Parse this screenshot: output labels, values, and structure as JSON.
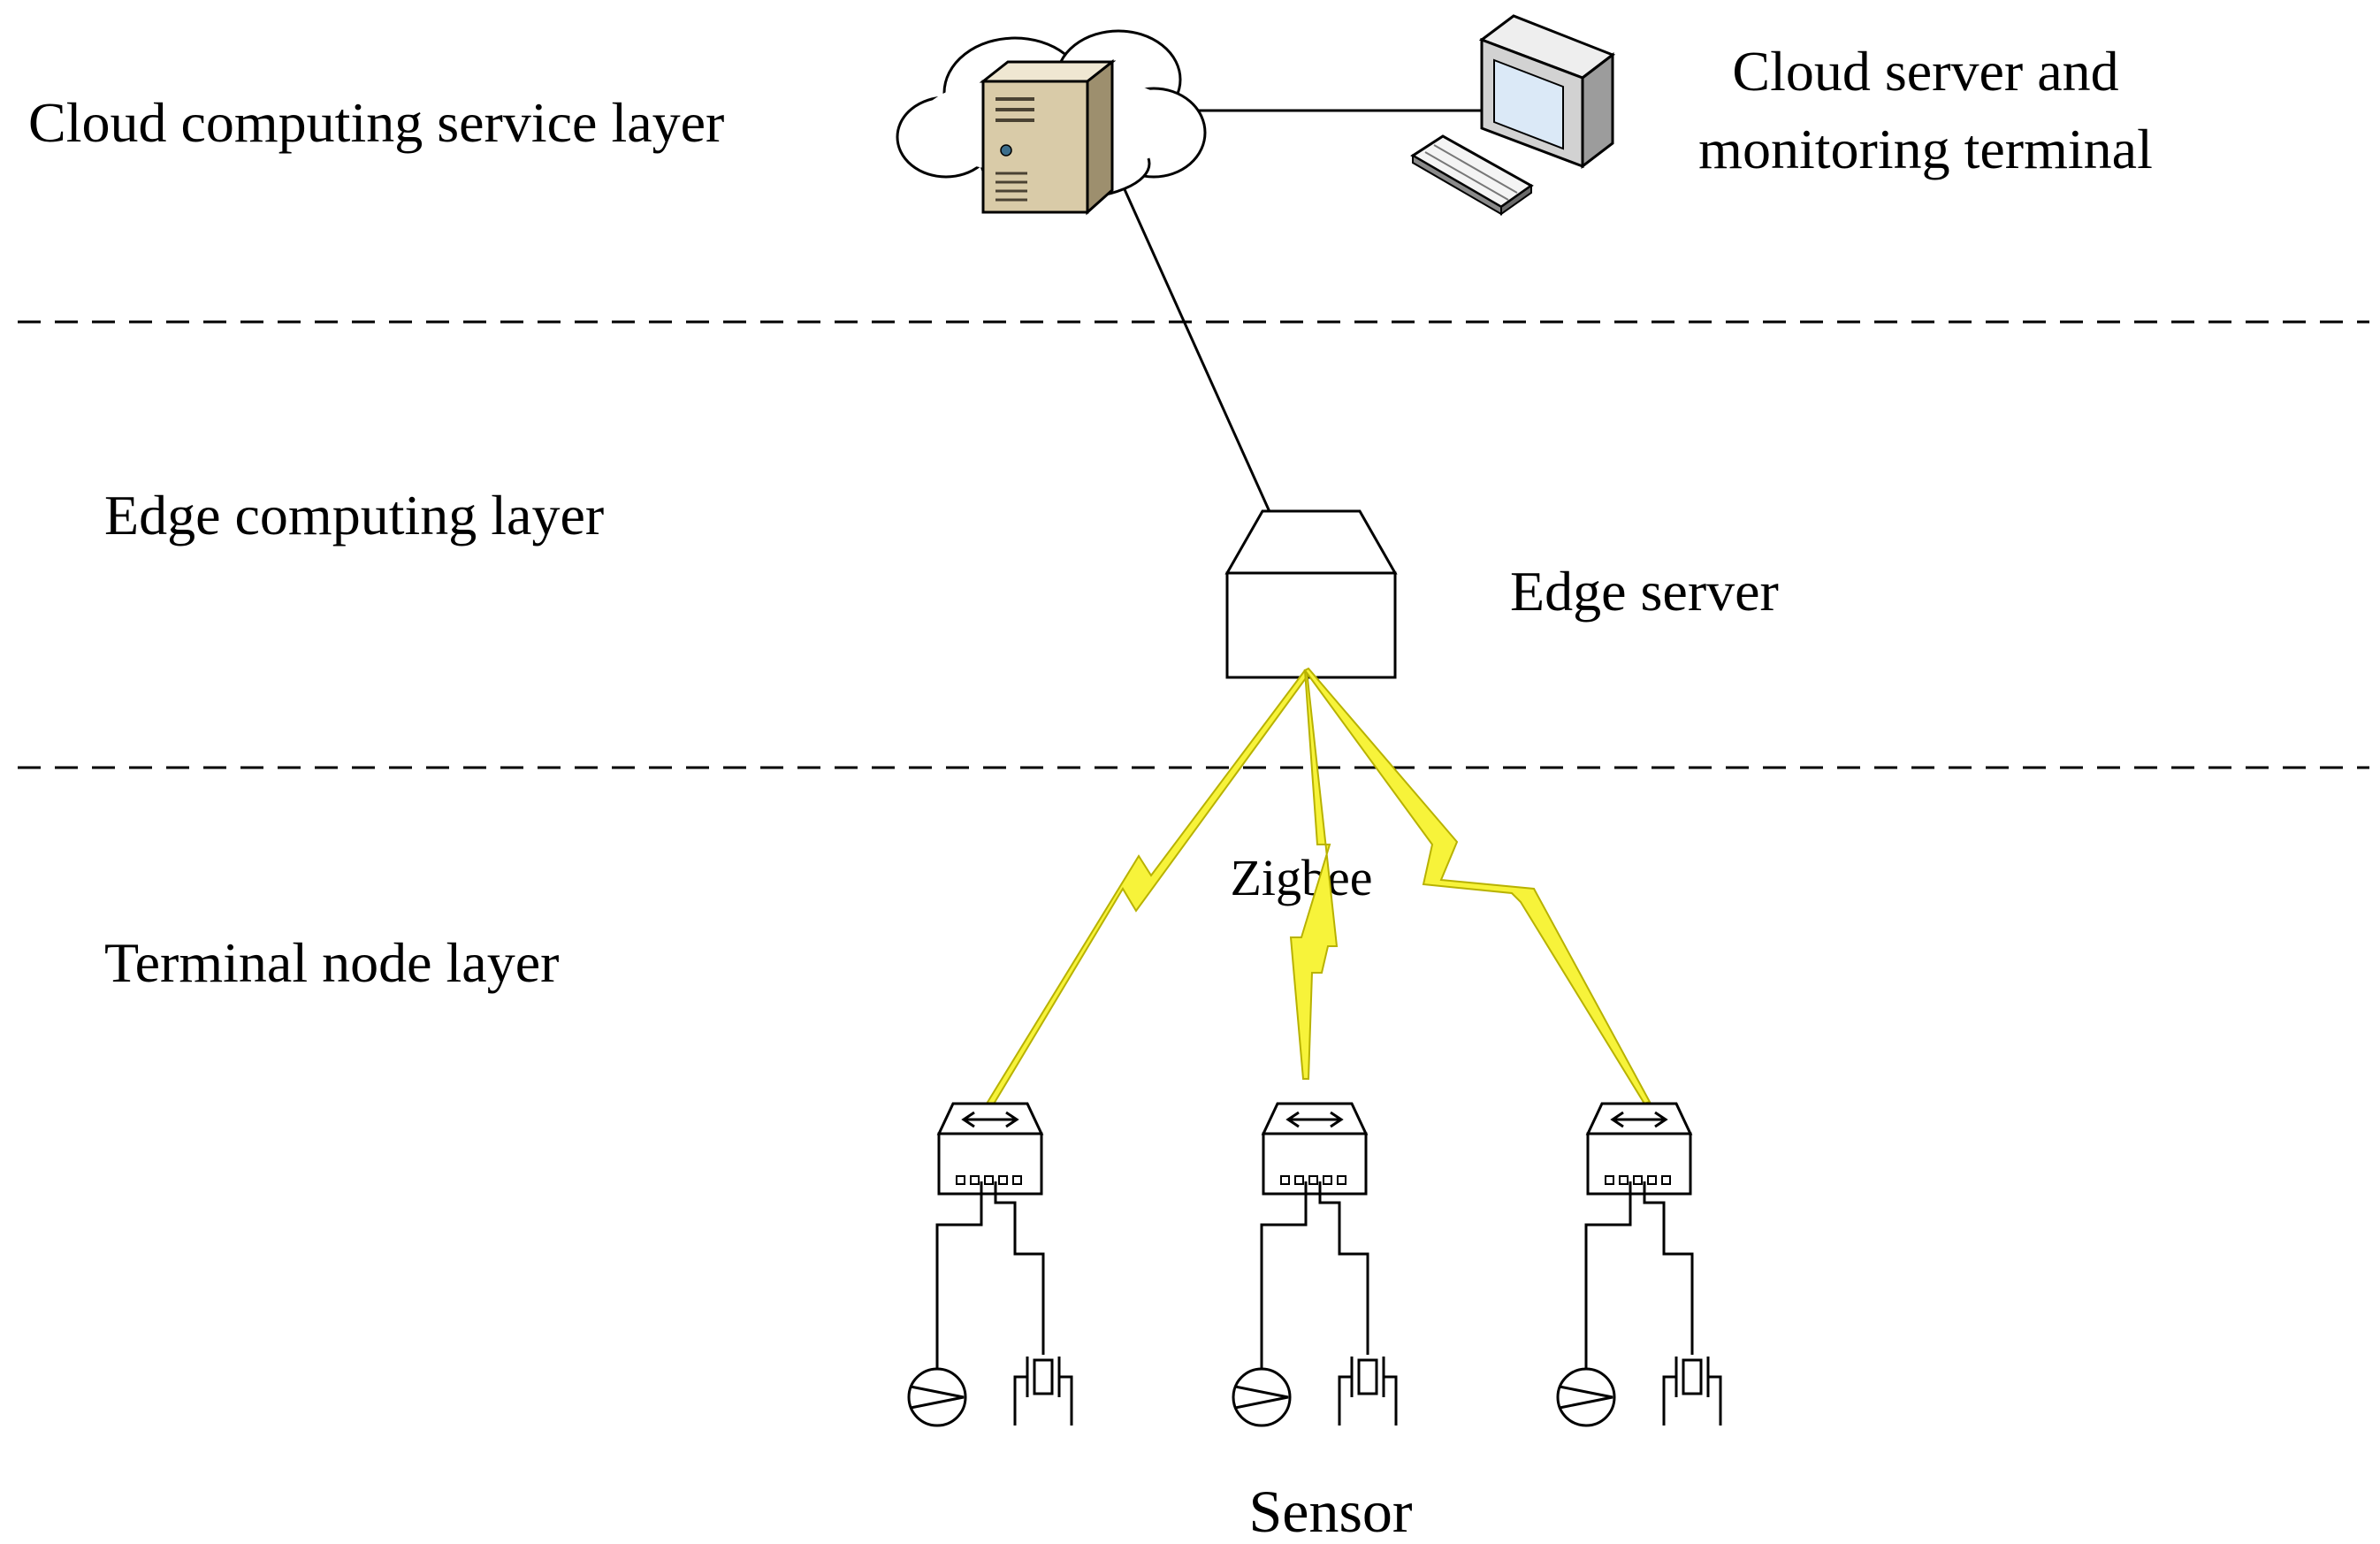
{
  "layers": {
    "cloud": "Cloud computing service layer",
    "edge": "Edge computing layer",
    "terminal": "Terminal node layer"
  },
  "nodes": {
    "cloud_terminal_line1": "Cloud server and",
    "cloud_terminal_line2": "monitoring terminal",
    "edge_server": "Edge server",
    "wireless": "Zigbee",
    "sensor": "Sensor"
  },
  "sensor_group_count": 3,
  "icons": [
    "cloud-icon",
    "server-tower-icon",
    "computer-monitor-icon",
    "keyboard-icon",
    "edge-server-box-icon",
    "lightning-link-icon",
    "switch-icon",
    "fan-sensor-icon",
    "crystal-sensor-icon"
  ],
  "colors": {
    "lightning": "#f7f33a",
    "lightning_stroke": "#b8b200",
    "line": "#000000",
    "server_body": "#d9cba8",
    "monitor_screen": "#dbe9f7"
  }
}
